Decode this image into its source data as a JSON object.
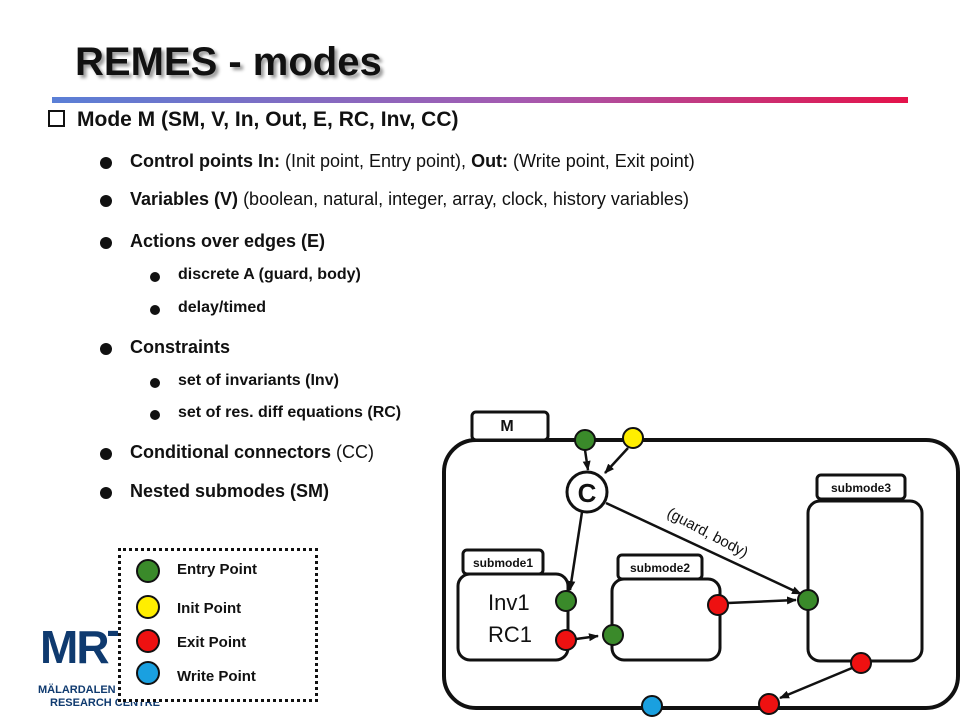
{
  "slide": {
    "title": "REMES - modes",
    "main_bullet": "Mode M  (SM, V, In, Out, E, RC, Inv, CC)"
  },
  "bullets": {
    "control_points": {
      "label": "Control points In:",
      "in_text": " (Init point, Entry point), ",
      "out_label": "Out:",
      "out_text": " (Write point, Exit point)"
    },
    "variables": {
      "label": "Variables (V)",
      "text": " (boolean, natural, integer, array, clock, history variables)"
    },
    "actions": {
      "label": "Actions over edges (E)"
    },
    "discrete": "discrete A (guard, body)",
    "delay": "delay/timed",
    "constraints": "Constraints",
    "invariants": "set of invariants (Inv)",
    "res_diff": "set of res. diff equations (RC)",
    "conditional": {
      "label": "Conditional connectors",
      "text": " (CC)"
    },
    "nested": "Nested submodes (SM)"
  },
  "legend": {
    "entry": "Entry Point",
    "init": "Init  Point",
    "exit": "Exit  Point",
    "write": "Write Point"
  },
  "logo": {
    "mark": "MRT",
    "line1": "MÄLARDALEN REAL-TIME",
    "line2": "RESEARCH CENTRE"
  },
  "diagram": {
    "mode_tab": "M",
    "connector": "C",
    "edge_label": "(guard, body)",
    "submode1": {
      "tab": "submode1",
      "inv": "Inv1",
      "rc": "RC1"
    },
    "submode2": {
      "tab": "submode2"
    },
    "submode3": {
      "tab": "submode3"
    }
  },
  "colors": {
    "entry": "#3a8a2a",
    "init": "#ffee00",
    "exit": "#ee1111",
    "write": "#1aa0e0"
  }
}
